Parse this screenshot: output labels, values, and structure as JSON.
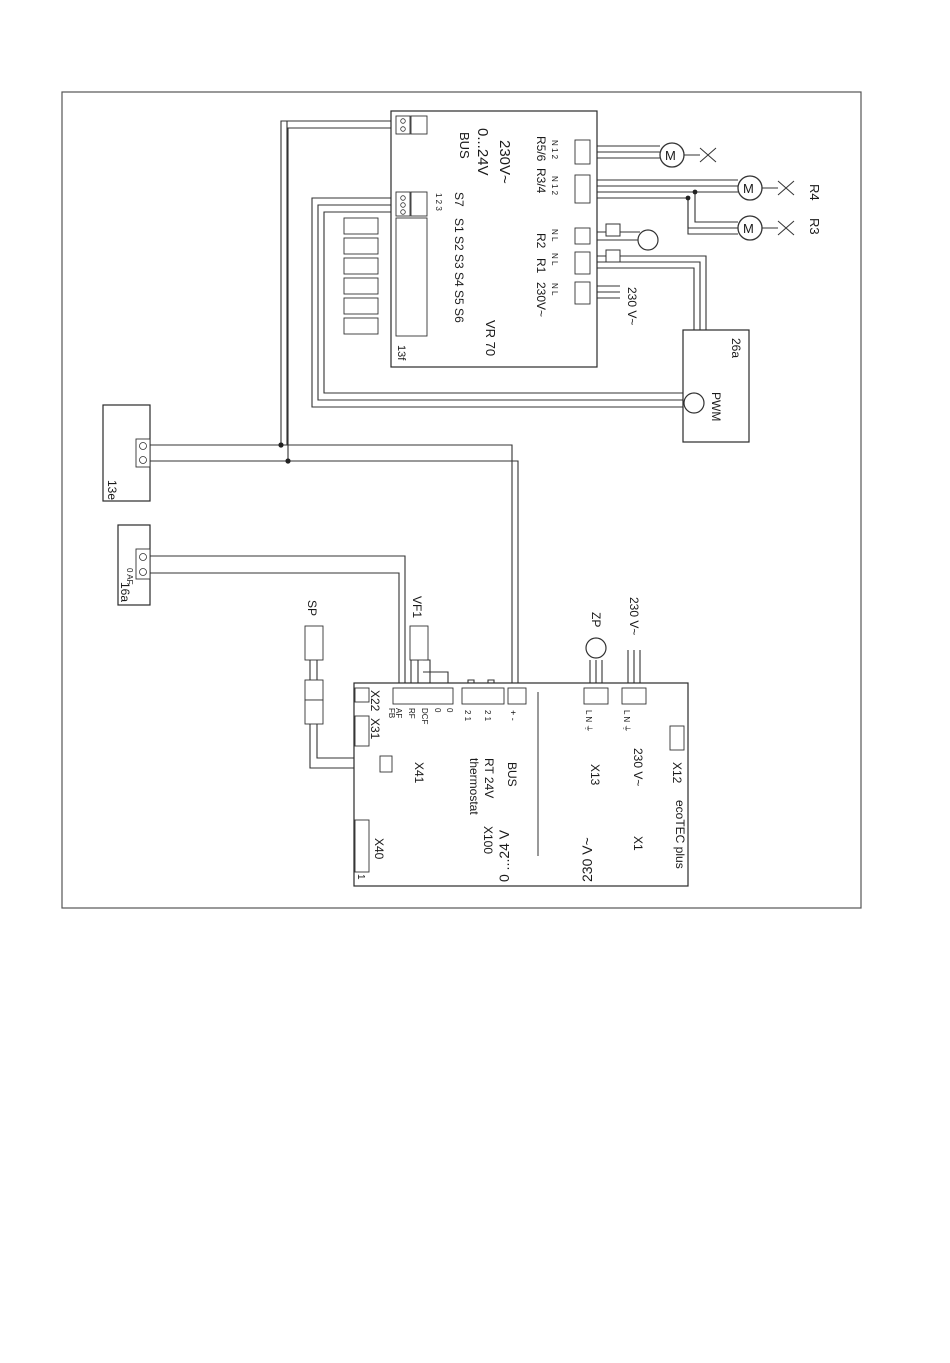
{
  "vr70": {
    "title": "VR 70",
    "ref": "13f",
    "bus": "BUS",
    "voltage_low": "0...24V",
    "voltage_high": "230V~",
    "voltage_high_bottom": "230V~",
    "sensors": "S1 S2 S3 S4 S5 S6",
    "s7": "S7",
    "pin_pairs": "1 2",
    "s7_pins": "1 2 3",
    "r1": "R1",
    "r2": "R2",
    "r34": "R3/4",
    "r56": "R5/6",
    "pins_nl": "N L",
    "pins_n12": "N 1 2",
    "supply": "230 V~"
  },
  "valves": {
    "m": "M",
    "r4": "R4",
    "r3": "R3"
  },
  "pwm": {
    "ref": "26a",
    "label": "PWM"
  },
  "e13": {
    "ref": "13e"
  },
  "a16": {
    "ref": "16a",
    "pins": "0 AF"
  },
  "sensors": {
    "sp": "SP",
    "vf1": "VF1",
    "zp": "ZP",
    "supply": "230 V~"
  },
  "ecotec": {
    "name": "ecoTEC plus",
    "x40": "X40",
    "pin1": "1",
    "x31": "X31",
    "x22": "X22",
    "x41": "X41",
    "x41_pins": [
      "FB",
      "AF",
      "RF",
      "DCF",
      "0",
      "0"
    ],
    "x100": "X100",
    "thermostat": "thermostat",
    "rt24v": "RT 24V",
    "bus": "BUS",
    "x13": "X13",
    "x1": "X1",
    "x12": "X12",
    "supply": "230 V~",
    "voltage_low": "0 ...24 V",
    "voltage_high": "230 V~",
    "pin_21": "2 1",
    "pin_pm": "+ -",
    "pins_lnp": "L N ⏚"
  }
}
